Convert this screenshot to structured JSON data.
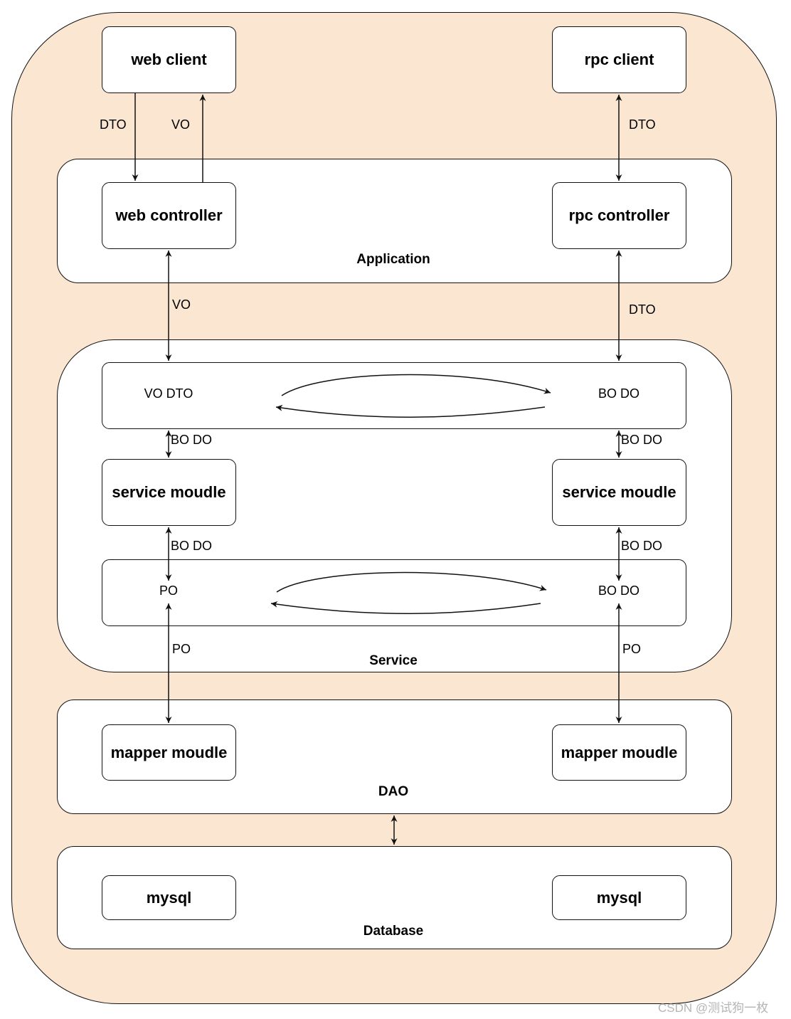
{
  "components": {
    "web_client": "web client",
    "rpc_client": "rpc client",
    "web_controller": "web controller",
    "rpc_controller": "rpc controller",
    "service_module_left": "service moudle",
    "service_module_right": "service moudle",
    "mapper_module_left": "mapper moudle",
    "mapper_module_right": "mapper moudle",
    "mysql_left": "mysql",
    "mysql_right": "mysql"
  },
  "layers": {
    "application": "Application",
    "service": "Service",
    "dao": "DAO",
    "database": "Database"
  },
  "converters": {
    "top_left": "VO DTO",
    "top_right": "BO DO",
    "bottom_left": "PO",
    "bottom_right": "BO DO"
  },
  "edges": {
    "webclient_down": "DTO",
    "webclient_up": "VO",
    "rpcclient": "DTO",
    "webcontroller_service": "VO",
    "rpccontroller_service": "DTO",
    "left_conv_service": "BO DO",
    "right_conv_service": "BO DO",
    "left_service_conv": "BO DO",
    "right_service_conv": "BO DO",
    "left_po": "PO",
    "right_po": "PO"
  },
  "watermark": "CSDN @测试狗一枚",
  "colors": {
    "background": "#fae6d1",
    "stroke": "#111111"
  }
}
